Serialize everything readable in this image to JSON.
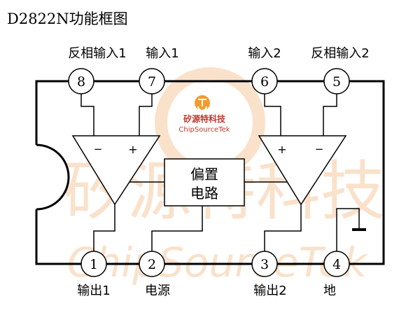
{
  "title": "D2822N功能框图",
  "pins": [
    {
      "num": "8",
      "label": "反相输入1"
    },
    {
      "num": "7",
      "label": "输入1"
    },
    {
      "num": "6",
      "label": "输入2"
    },
    {
      "num": "5",
      "label": "反相输入2"
    },
    {
      "num": "1",
      "label": "输出1"
    },
    {
      "num": "2",
      "label": "电源"
    },
    {
      "num": "3",
      "label": "输出2"
    },
    {
      "num": "4",
      "label": "地"
    }
  ],
  "amp_signs": {
    "minus": "−",
    "plus": "+"
  },
  "bias_block": {
    "line1": "偏置",
    "line2": "电路"
  },
  "logo": {
    "cn": "矽源特科技",
    "en": "ChipSourceTek"
  },
  "watermark": {
    "cn": "矽源特科技",
    "en": "ChipSourceTek"
  },
  "colors": {
    "line": "#000000",
    "logo_orange": "#f29b30",
    "watermark": "#f6c9a0"
  }
}
